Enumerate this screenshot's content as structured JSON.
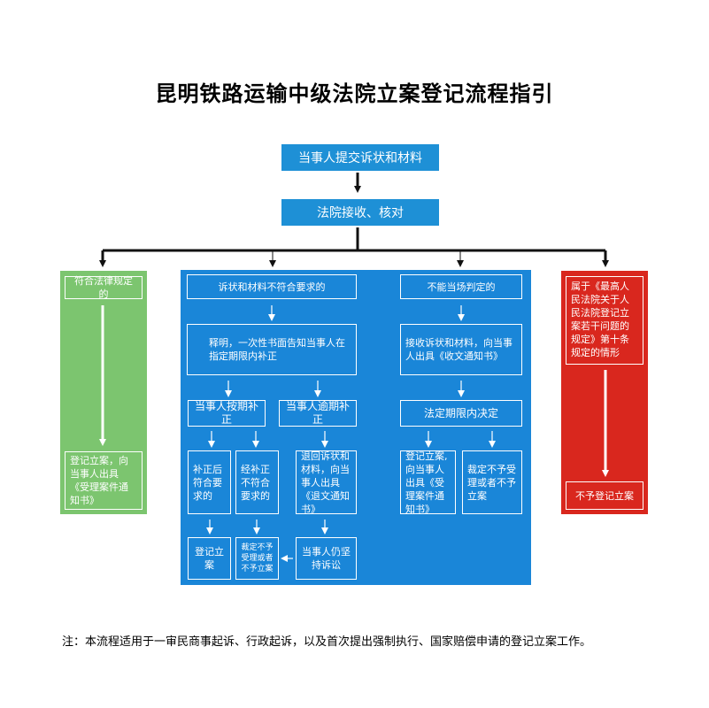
{
  "title": "昆明铁路运输中级法院立案登记流程指引",
  "top": {
    "submit": "当事人提交诉状和材料",
    "receive": "法院接收、核对"
  },
  "green": {
    "header": "符合法律规定的",
    "result": "登记立案，向当事人出具《受理案件通知书》"
  },
  "blue_left": {
    "header": "诉状和材料不符合要求的",
    "explain": "释明，一次性书面告知当事人在指定期限内补正",
    "on_time": "当事人按期补正",
    "late": "当事人逾期补正",
    "meets": "补正后符合要求的",
    "still_not": "经补正不符合要求的",
    "return": "退回诉状和材料，向当事人出具《退文通知书》",
    "register": "登记立案",
    "reject": "裁定不予受理或者不予立案",
    "insist": "当事人仍坚持诉讼"
  },
  "blue_right": {
    "header": "不能当场判定的",
    "receive": "接收诉状和材料，向当事人出具《收文通知书》",
    "decide": "法定期限内决定",
    "register": "登记立案,向当事人出具《受理案件通知书》",
    "reject": "裁定不予受理或者不予立案"
  },
  "red": {
    "header": "属于《最高人民法院关于人民法院登记立案若干问题的规定》第十条规定的情形",
    "result": "不予登记立案"
  },
  "note": "注：本流程适用于一审民商事起诉、行政起诉，以及首次提出强制执行、国家赔偿申请的登记立案工作。",
  "colors": {
    "top_box": "#1e90d6",
    "green_panel": "#7cc56f",
    "blue_panel": "#1a86d8",
    "red_panel": "#d9271e"
  }
}
